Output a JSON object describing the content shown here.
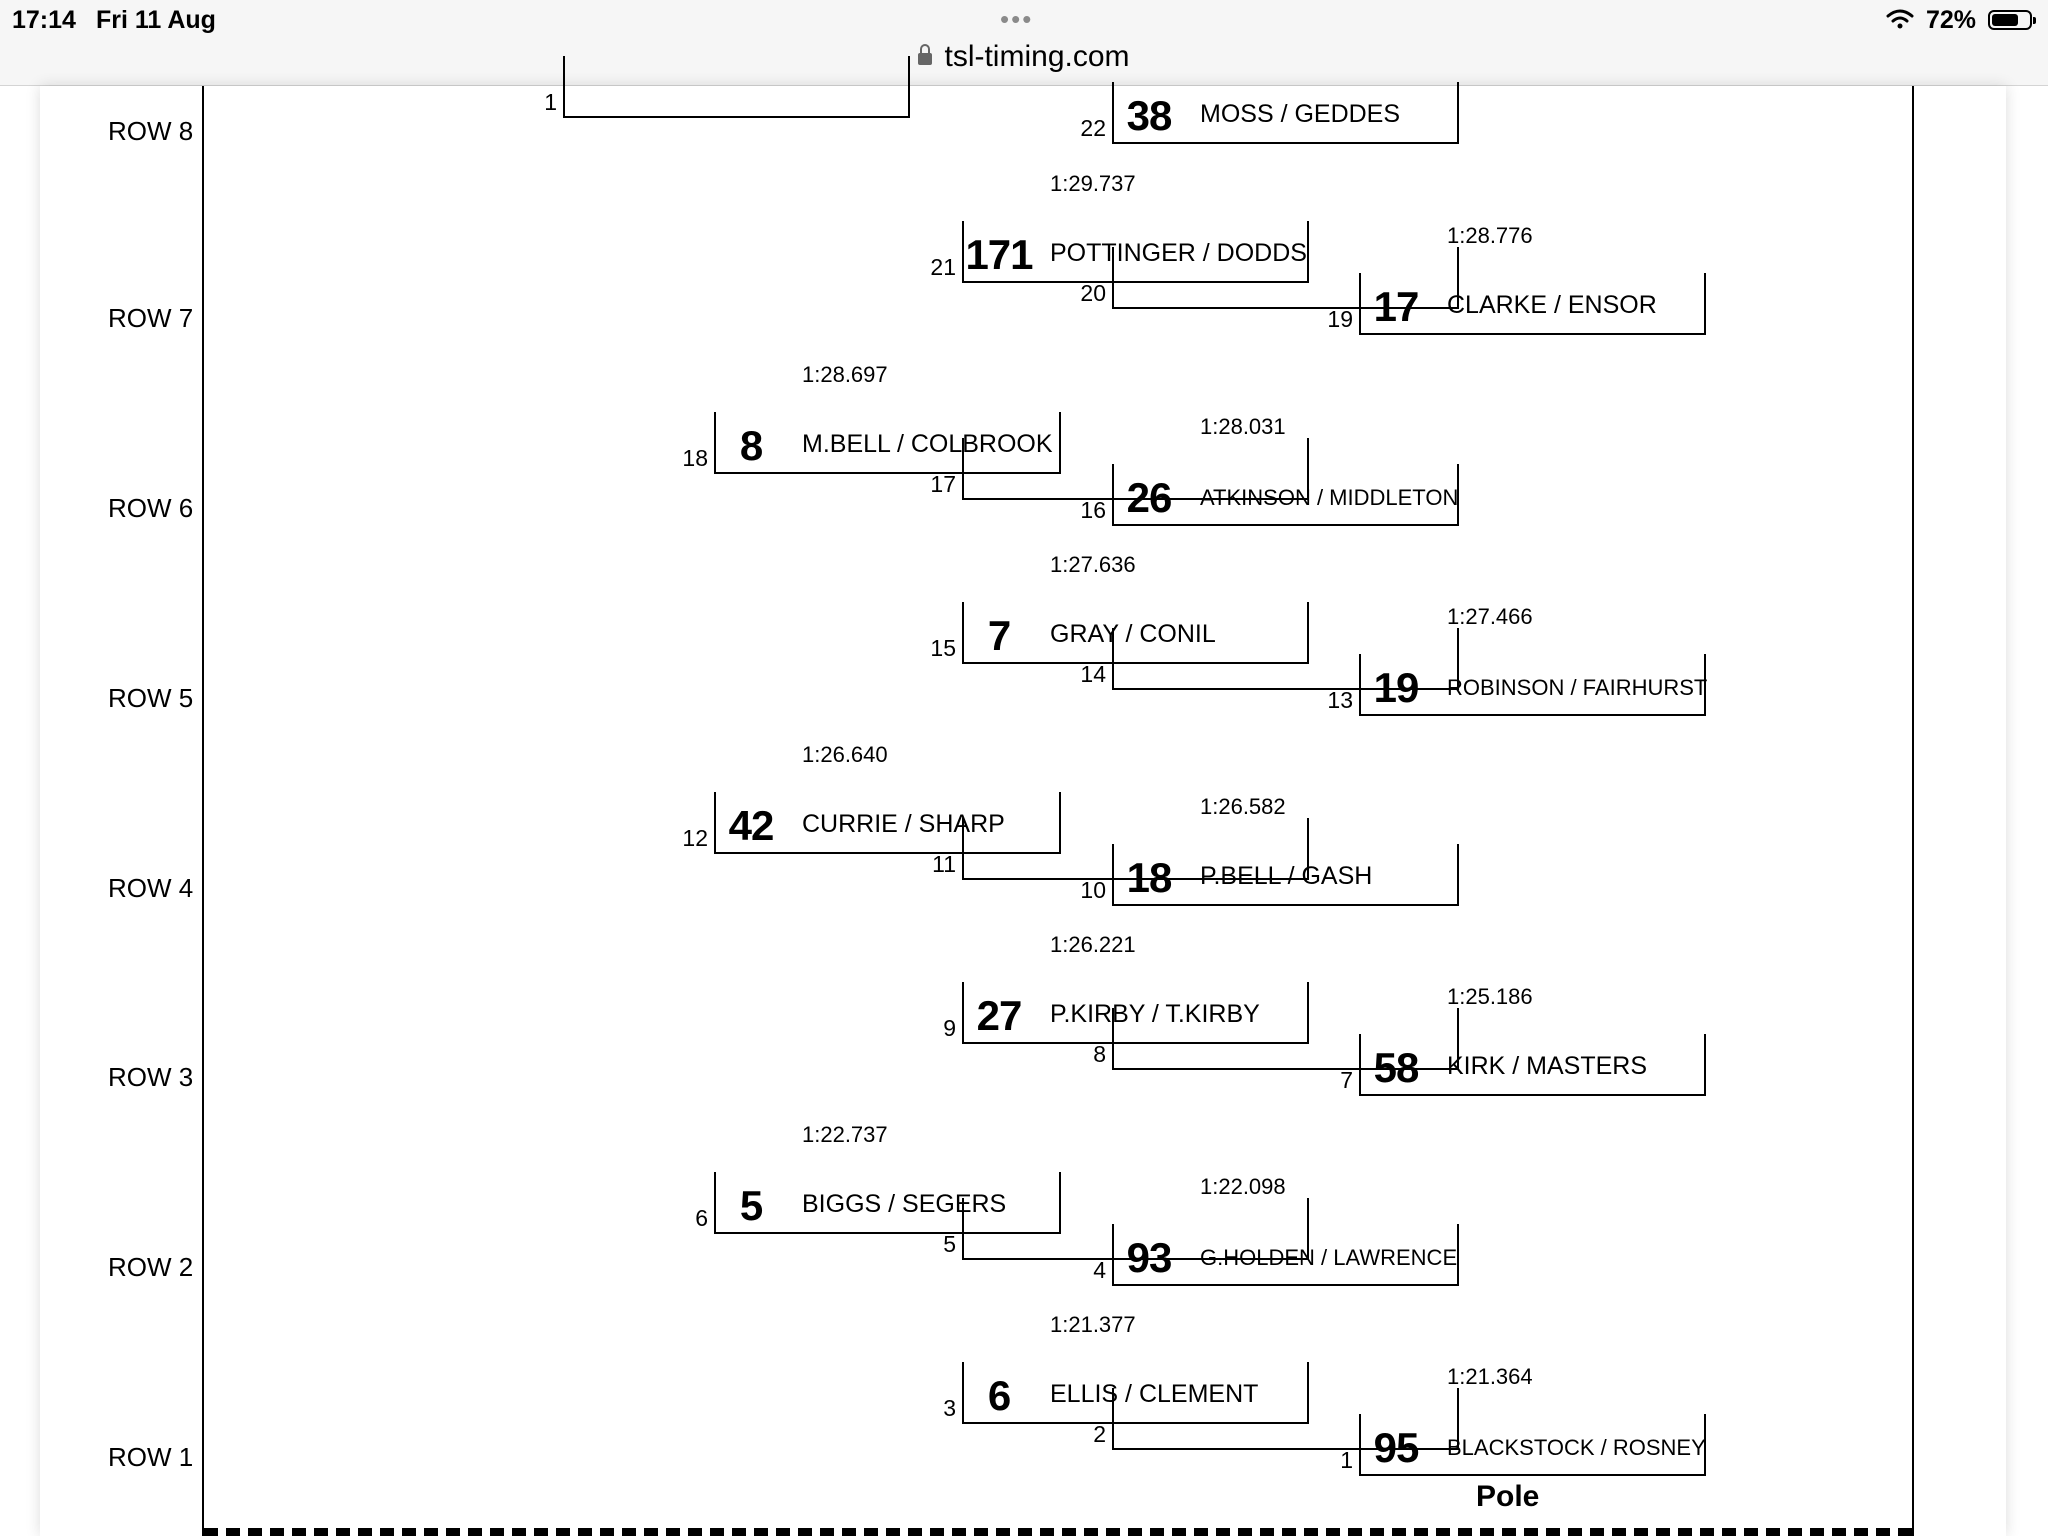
{
  "status_bar": {
    "time": "17:14",
    "date": "Fri 11 Aug",
    "battery": "72%",
    "battery_level": 0.72
  },
  "browser": {
    "url": "tsl-timing.com"
  },
  "grid": {
    "pole_label": "Pole",
    "rows": [
      "ROW 8",
      "ROW 7",
      "ROW 6",
      "ROW 5",
      "ROW 4",
      "ROW 3",
      "ROW 2",
      "ROW 1"
    ],
    "slots": [
      {
        "position": "1",
        "car": "",
        "drivers": "",
        "laptime": ""
      },
      {
        "position": "22",
        "car": "38",
        "drivers": "MOSS / GEDDES",
        "laptime": ""
      },
      {
        "position": "21",
        "car": "171",
        "drivers": "POTTINGER / DODDS",
        "laptime": "1:29.737"
      },
      {
        "position": "20",
        "car": "",
        "drivers": "",
        "laptime": ""
      },
      {
        "position": "19",
        "car": "17",
        "drivers": "CLARKE / ENSOR",
        "laptime": "1:28.776"
      },
      {
        "position": "18",
        "car": "8",
        "drivers": "M.BELL / COLBROOK",
        "laptime": "1:28.697"
      },
      {
        "position": "17",
        "car": "",
        "drivers": "",
        "laptime": ""
      },
      {
        "position": "16",
        "car": "26",
        "drivers": "ATKINSON / MIDDLETON",
        "laptime": "1:28.031"
      },
      {
        "position": "15",
        "car": "7",
        "drivers": "GRAY / CONIL",
        "laptime": "1:27.636"
      },
      {
        "position": "14",
        "car": "",
        "drivers": "",
        "laptime": ""
      },
      {
        "position": "13",
        "car": "19",
        "drivers": "ROBINSON / FAIRHURST",
        "laptime": "1:27.466"
      },
      {
        "position": "12",
        "car": "42",
        "drivers": "CURRIE / SHARP",
        "laptime": "1:26.640"
      },
      {
        "position": "11",
        "car": "",
        "drivers": "",
        "laptime": ""
      },
      {
        "position": "10",
        "car": "18",
        "drivers": "P.BELL / GASH",
        "laptime": "1:26.582"
      },
      {
        "position": "9",
        "car": "27",
        "drivers": "P.KIRBY / T.KIRBY",
        "laptime": "1:26.221"
      },
      {
        "position": "8",
        "car": "",
        "drivers": "",
        "laptime": ""
      },
      {
        "position": "7",
        "car": "58",
        "drivers": "KIRK / MASTERS",
        "laptime": "1:25.186"
      },
      {
        "position": "6",
        "car": "5",
        "drivers": "BIGGS / SEGERS",
        "laptime": "1:22.737"
      },
      {
        "position": "5",
        "car": "",
        "drivers": "",
        "laptime": ""
      },
      {
        "position": "4",
        "car": "93",
        "drivers": "G.HOLDEN / LAWRENCE",
        "laptime": "1:22.098"
      },
      {
        "position": "3",
        "car": "6",
        "drivers": "ELLIS / CLEMENT",
        "laptime": "1:21.377"
      },
      {
        "position": "2",
        "car": "",
        "drivers": "",
        "laptime": ""
      },
      {
        "position": "1",
        "car": "95",
        "drivers": "BLACKSTOCK / ROSNEY",
        "laptime": "1:21.364"
      }
    ]
  }
}
